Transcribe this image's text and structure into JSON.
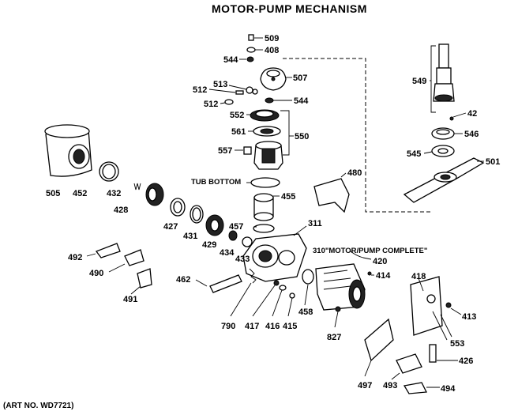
{
  "title": "MOTOR-PUMP MECHANISM",
  "art_number": "(ART NO. WD7721)",
  "annotations": {
    "tub_bottom": "TUB BOTTOM",
    "motor_pump_complete": "310\"MOTOR/PUMP COMPLETE\""
  },
  "callouts": [
    {
      "id": "509",
      "text": "509"
    },
    {
      "id": "408",
      "text": "408"
    },
    {
      "id": "544a",
      "text": "544"
    },
    {
      "id": "507",
      "text": "507"
    },
    {
      "id": "513",
      "text": "513"
    },
    {
      "id": "512a",
      "text": "512"
    },
    {
      "id": "512b",
      "text": "512"
    },
    {
      "id": "544b",
      "text": "544"
    },
    {
      "id": "552",
      "text": "552"
    },
    {
      "id": "561",
      "text": "561"
    },
    {
      "id": "550",
      "text": "550"
    },
    {
      "id": "557",
      "text": "557"
    },
    {
      "id": "549",
      "text": "549"
    },
    {
      "id": "42",
      "text": "42"
    },
    {
      "id": "546",
      "text": "546"
    },
    {
      "id": "545",
      "text": "545"
    },
    {
      "id": "501",
      "text": "501"
    },
    {
      "id": "505",
      "text": "505"
    },
    {
      "id": "452",
      "text": "452"
    },
    {
      "id": "432",
      "text": "432"
    },
    {
      "id": "428",
      "text": "428"
    },
    {
      "id": "480",
      "text": "480"
    },
    {
      "id": "455",
      "text": "455"
    },
    {
      "id": "427",
      "text": "427"
    },
    {
      "id": "431",
      "text": "431"
    },
    {
      "id": "429",
      "text": "429"
    },
    {
      "id": "311",
      "text": "311"
    },
    {
      "id": "457",
      "text": "457"
    },
    {
      "id": "434",
      "text": "434"
    },
    {
      "id": "433",
      "text": "433"
    },
    {
      "id": "492",
      "text": "492"
    },
    {
      "id": "490",
      "text": "490"
    },
    {
      "id": "420",
      "text": "420"
    },
    {
      "id": "414",
      "text": "414"
    },
    {
      "id": "462",
      "text": "462"
    },
    {
      "id": "418",
      "text": "418"
    },
    {
      "id": "491",
      "text": "491"
    },
    {
      "id": "413",
      "text": "413"
    },
    {
      "id": "458",
      "text": "458"
    },
    {
      "id": "790",
      "text": "790"
    },
    {
      "id": "417",
      "text": "417"
    },
    {
      "id": "416",
      "text": "416"
    },
    {
      "id": "415",
      "text": "415"
    },
    {
      "id": "827",
      "text": "827"
    },
    {
      "id": "553",
      "text": "553"
    },
    {
      "id": "426",
      "text": "426"
    },
    {
      "id": "497",
      "text": "497"
    },
    {
      "id": "493",
      "text": "493"
    },
    {
      "id": "494",
      "text": "494"
    }
  ]
}
